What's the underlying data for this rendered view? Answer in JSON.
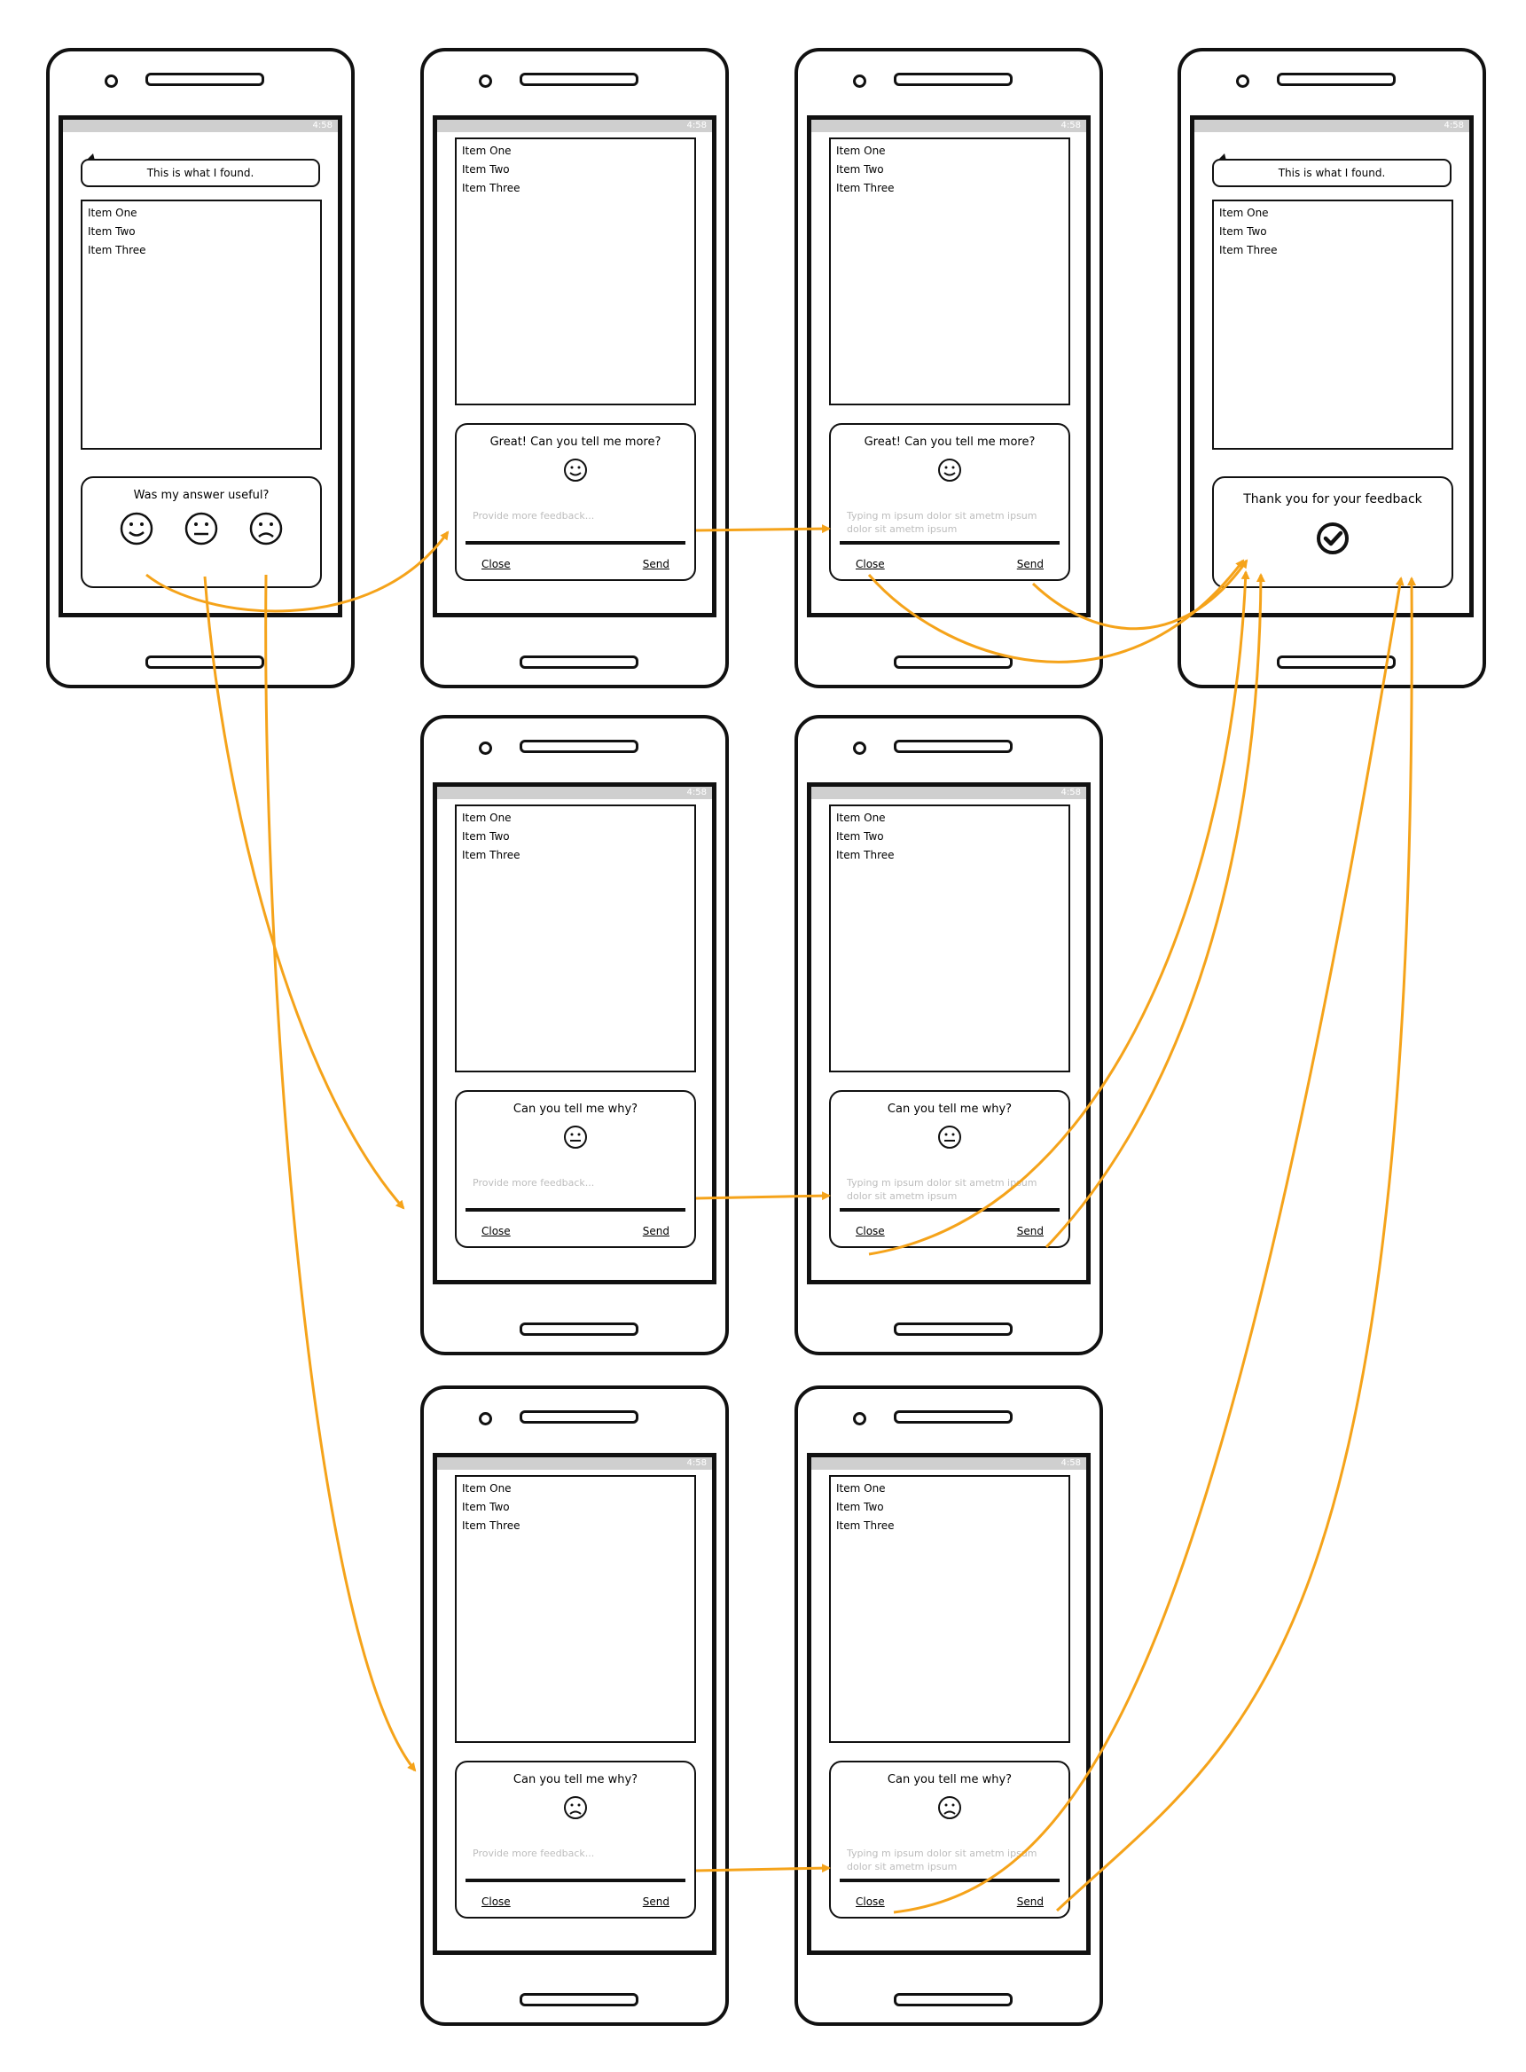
{
  "statusbar": {
    "time": "4:58"
  },
  "screen_a": {
    "bubble_text": "This is what I found.",
    "list_items": [
      "Item One",
      "Item Two",
      "Item Three"
    ],
    "question": "Was my answer useful?"
  },
  "screens_feedback": [
    {
      "title": "Great! Can you tell me more?",
      "face": "happy-face-icon",
      "field_text": "Provide more feedback...",
      "close": "Close",
      "send": "Send",
      "list_items": [
        "Item One",
        "Item Two",
        "Item Three"
      ]
    },
    {
      "title": "Great! Can you tell me more?",
      "face": "happy-face-icon",
      "field_text": "Typing m ipsum dolor sit ametm ipsum dolor sit ametm ipsum",
      "close": "Close",
      "send": "Send",
      "list_items": [
        "Item One",
        "Item Two",
        "Item Three"
      ]
    },
    {
      "title": "Can you tell me why?",
      "face": "neutral-face-icon",
      "field_text": "Provide more feedback...",
      "close": "Close",
      "send": "Send",
      "list_items": [
        "Item One",
        "Item Two",
        "Item Three"
      ]
    },
    {
      "title": "Can you tell me why?",
      "face": "neutral-face-icon",
      "field_text": "Typing m ipsum dolor sit ametm ipsum dolor sit ametm ipsum",
      "close": "Close",
      "send": "Send",
      "list_items": [
        "Item One",
        "Item Two",
        "Item Three"
      ]
    },
    {
      "title": "Can you tell me why?",
      "face": "sad-face-icon",
      "field_text": "Provide more feedback...",
      "close": "Close",
      "send": "Send",
      "list_items": [
        "Item One",
        "Item Two",
        "Item Three"
      ]
    },
    {
      "title": "Can you tell me why?",
      "face": "sad-face-icon",
      "field_text": "Typing m ipsum dolor sit ametm ipsum dolor sit ametm ipsum",
      "close": "Close",
      "send": "Send",
      "list_items": [
        "Item One",
        "Item Two",
        "Item Three"
      ]
    }
  ],
  "screen_thanks": {
    "bubble_text": "This is what I found.",
    "list_items": [
      "Item One",
      "Item Two",
      "Item Three"
    ],
    "message": "Thank you for your feedback"
  },
  "colors": {
    "arrow": "#f5a31a",
    "outline": "#111111",
    "statusbar": "#cfcfcf"
  }
}
